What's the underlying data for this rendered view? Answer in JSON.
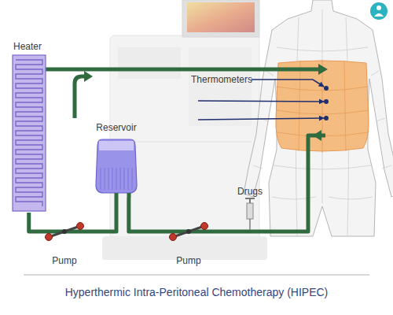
{
  "diagram": {
    "caption": "Hyperthermic Intra-Peritoneal Chemotherapy (HIPEC)",
    "nodes": [
      {
        "text": [
          "Heater"
        ]
      },
      {
        "text": [
          "Reservoir"
        ]
      },
      {
        "text": [
          "Drugs"
        ]
      },
      {
        "text": [
          "Pump"
        ]
      },
      {
        "text": [
          "Pump"
        ]
      }
    ],
    "edges": [
      {
        "from": 0,
        "to": 3,
        "arrow": "none"
      },
      {
        "from": 3,
        "to": 1,
        "arrow": "none"
      },
      {
        "from": 1,
        "to": 4,
        "arrow": "none"
      }
    ],
    "labels": [
      "Thermometers"
    ]
  }
}
